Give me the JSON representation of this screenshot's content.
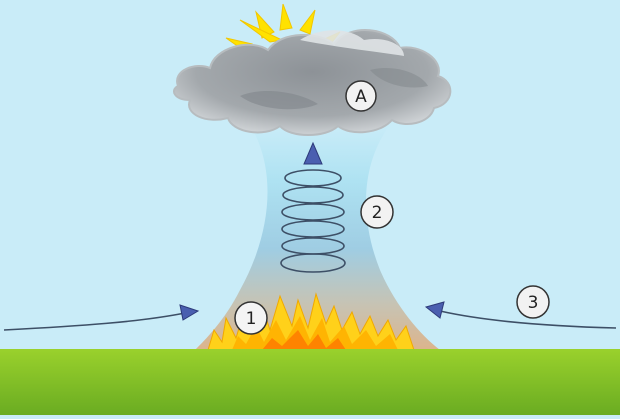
{
  "labels": {
    "cloud": "A",
    "fire": "1",
    "column": "2",
    "inflow": "3"
  },
  "colors": {
    "sky": "#c9ecf8",
    "ground_top": "#9ad12c",
    "ground_bottom": "#6aac22",
    "cloud": "#9a9fa3",
    "smoke_bottom": "#d9b593",
    "spiral": "#3d4f66",
    "arrow": "#4a5fb0",
    "flame_outer": "#ffd11a",
    "flame_inner": "#ff8a00",
    "sun": "#ffe200"
  },
  "icons": [
    "sun-rays-icon",
    "upward-arrow-icon",
    "spiral-icon",
    "fire-icon",
    "inflow-arrow-icon"
  ]
}
